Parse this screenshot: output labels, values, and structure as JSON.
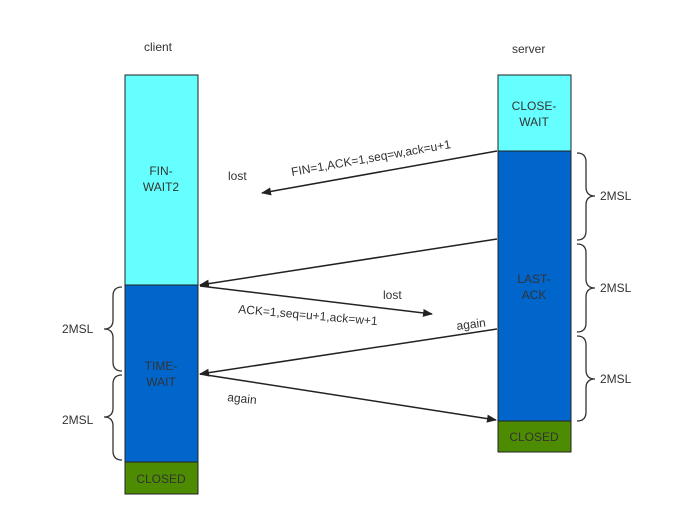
{
  "client": {
    "title": "client",
    "states": [
      {
        "label_line1": "FIN-",
        "label_line2": "WAIT2",
        "color": "#66FFFF"
      },
      {
        "label_line1": "TIME-",
        "label_line2": "WAIT",
        "color": "#0066CC"
      },
      {
        "label": "CLOSED",
        "color": "#4D8C00"
      }
    ],
    "braces": [
      "2MSL",
      "2MSL"
    ]
  },
  "server": {
    "title": "server",
    "states": [
      {
        "label_line1": "CLOSE-",
        "label_line2": "WAIT",
        "color": "#66FFFF"
      },
      {
        "label_line1": "LAST-",
        "label_line2": "ACK",
        "color": "#0066CC"
      },
      {
        "label": "CLOSED",
        "color": "#4D8C00"
      }
    ],
    "braces": [
      "2MSL",
      "2MSL",
      "2MSL"
    ]
  },
  "messages": {
    "fin_label": "FIN=1,ACK=1,seq=w,ack=u+1",
    "fin_lost": "lost",
    "ack_label": "ACK=1,seq=u+1,ack=w+1",
    "ack_lost": "lost",
    "fin_again": "again",
    "ack_again": "again"
  }
}
